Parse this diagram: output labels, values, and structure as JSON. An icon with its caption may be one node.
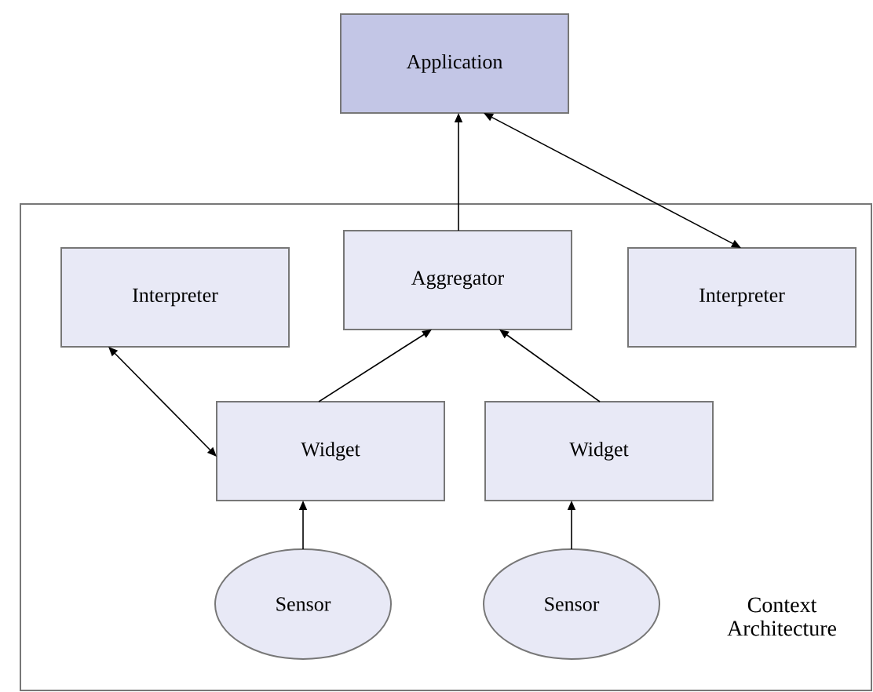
{
  "diagram": {
    "nodes": [
      {
        "text": [
          "Application"
        ]
      },
      {
        "text": [
          "Context Architecture"
        ]
      },
      {
        "text": [
          "Interpreter"
        ],
        "in": 1
      },
      {
        "text": [
          "Aggregator"
        ],
        "in": 1
      },
      {
        "text": [
          "Interpreter"
        ],
        "in": 1
      },
      {
        "text": [
          "Widget"
        ],
        "in": 1
      },
      {
        "text": [
          "Widget"
        ],
        "in": 1
      },
      {
        "text": [
          "Sensor"
        ],
        "in": 1
      },
      {
        "text": [
          "Sensor"
        ],
        "in": 1
      }
    ],
    "edges": [
      {
        "from": 3,
        "to": 0,
        "arrow": "to"
      },
      {
        "from": 4,
        "to": 0,
        "arrow": "both"
      },
      {
        "from": 2,
        "to": 5,
        "arrow": "both"
      },
      {
        "from": 5,
        "to": 3,
        "arrow": "to"
      },
      {
        "from": 6,
        "to": 3,
        "arrow": "to"
      },
      {
        "from": 7,
        "to": 5,
        "arrow": "to"
      },
      {
        "from": 8,
        "to": 6,
        "arrow": "to"
      }
    ]
  }
}
